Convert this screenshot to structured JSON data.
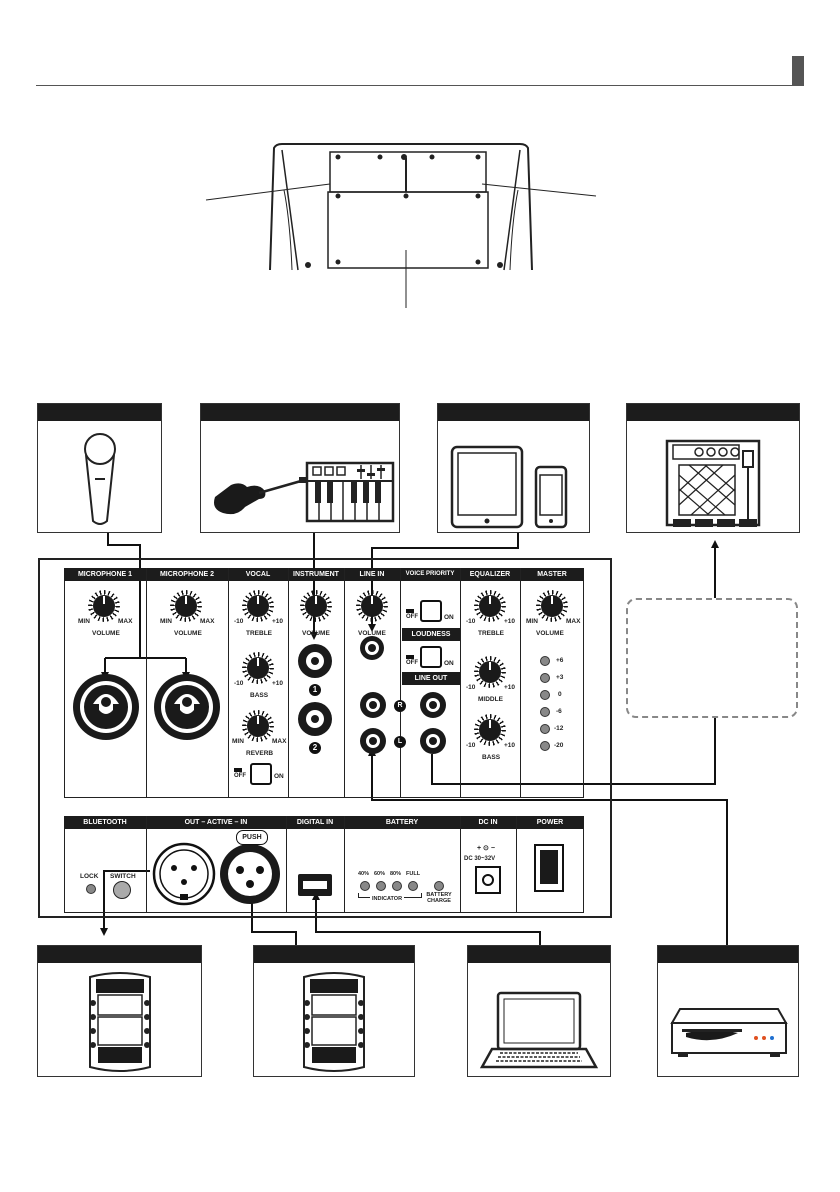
{
  "panel": {
    "sections_top": [
      {
        "id": "mic1",
        "title": "MICROPHONE 1"
      },
      {
        "id": "mic2",
        "title": "MICROPHONE 2"
      },
      {
        "id": "vocal",
        "title": "VOCAL"
      },
      {
        "id": "instrument",
        "title": "INSTRUMENT"
      },
      {
        "id": "linein",
        "title": "LINE IN"
      },
      {
        "id": "voicepriority",
        "title": "VOICE PRIORITY"
      },
      {
        "id": "equalizer",
        "title": "EQUALIZER"
      },
      {
        "id": "master",
        "title": "MASTER"
      }
    ],
    "sections_bottom": [
      {
        "id": "bluetooth",
        "title": "BLUETOOTH"
      },
      {
        "id": "outin",
        "title": "OUT – ACTIVE – IN"
      },
      {
        "id": "digitalin",
        "title": "DIGITAL IN"
      },
      {
        "id": "battery",
        "title": "BATTERY"
      },
      {
        "id": "dcin",
        "title": "DC IN"
      },
      {
        "id": "power",
        "title": "POWER"
      }
    ],
    "labels": {
      "min": "MIN",
      "max": "MAX",
      "minus10": "-10",
      "plus10": "+10",
      "volume": "VOLUME",
      "treble": "TREBLE",
      "bass": "BASS",
      "reverb": "REVERB",
      "middle": "MIDDLE",
      "off": "OFF",
      "on": "ON",
      "loudness": "LOUDNESS",
      "line_out": "LINE OUT",
      "jack1": "1",
      "jack2": "2",
      "r": "R",
      "l": "L",
      "push": "PUSH",
      "lock": "LOCK",
      "switch": "SWITCH",
      "battery_indicator": "INDICATOR",
      "battery_charge": "BATTERY CHARGE",
      "dc_rating": "DC 30~32V"
    },
    "master_levels": [
      "+6",
      "+3",
      "0",
      "-6",
      "-12",
      "-20"
    ],
    "battery_levels": [
      "40%",
      "60%",
      "80%",
      "FULL"
    ]
  }
}
